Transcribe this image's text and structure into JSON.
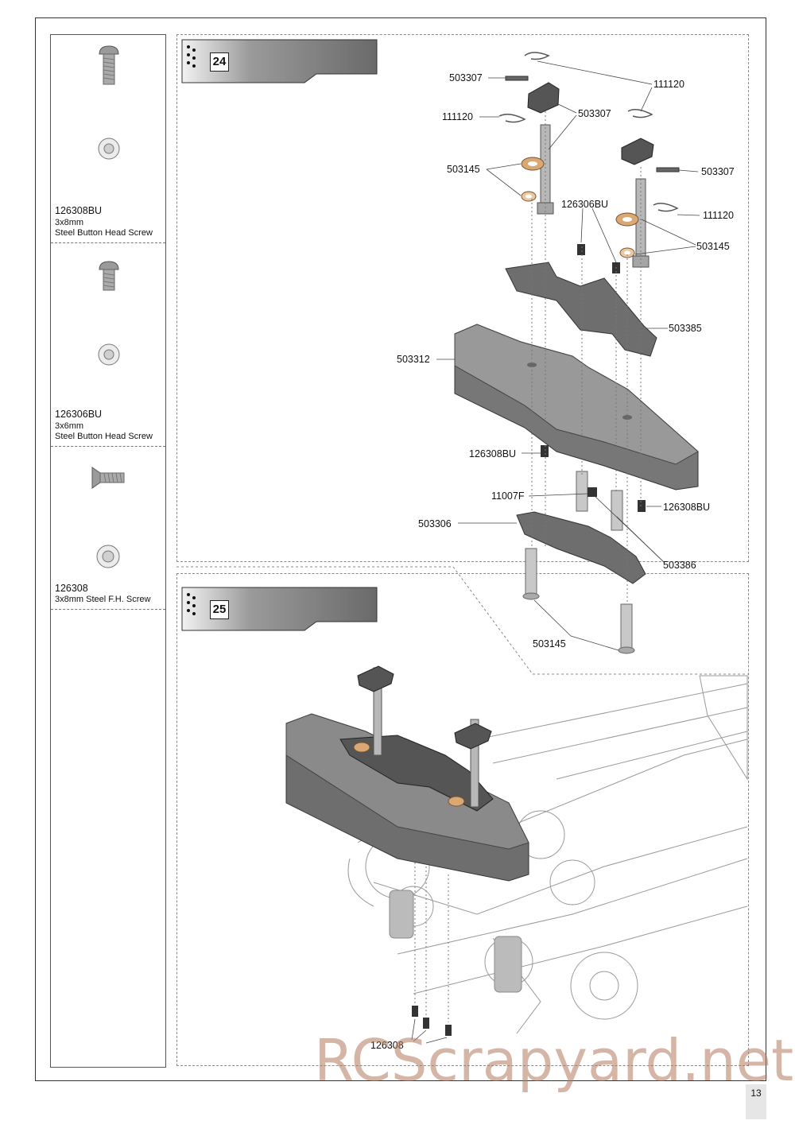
{
  "sidebar": {
    "parts": [
      {
        "code": "126308BU",
        "line1": "3x8mm",
        "line2": "Steel Button Head Screw"
      },
      {
        "code": "126306BU",
        "line1": "3x6mm",
        "line2": "Steel Button Head Screw"
      },
      {
        "code": "126308",
        "line1": "3x8mm Steel F.H. Screw",
        "line2": ""
      }
    ]
  },
  "steps": [
    {
      "number": "24"
    },
    {
      "number": "25"
    }
  ],
  "step24_labels": {
    "l503307a": "503307",
    "l111120a": "111120",
    "l503307b": "503307",
    "l111120b": "111120",
    "l503145a": "503145",
    "l503307c": "503307",
    "l126306bu": "126306BU",
    "l111120c": "111120",
    "l503145b": "503145",
    "l503385": "503385",
    "l503312": "503312",
    "l126308bu_a": "126308BU",
    "l11007f": "11007F",
    "l126308bu_b": "126308BU",
    "l503306": "503306",
    "l503386": "503386",
    "l503145c": "503145"
  },
  "step25_labels": {
    "l126308": "126308"
  },
  "watermark": "RCScrapyard.net",
  "page_number": "13"
}
